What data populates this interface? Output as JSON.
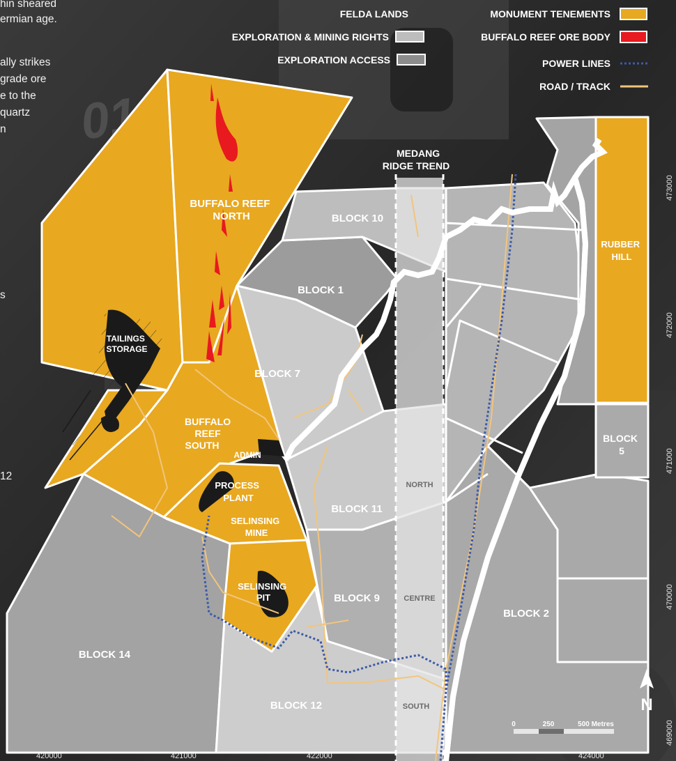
{
  "intro_text": {
    "lines": [
      "hin sheared",
      "ermian age.",
      "",
      "ally strikes",
      "grade ore",
      "e to the",
      "quartz",
      "n"
    ],
    "fragment_s": "s",
    "fragment_12": "12"
  },
  "legend": {
    "felda": {
      "label": "FELDA LANDS"
    },
    "exploration_rights": {
      "label": "EXPLORATION & MINING RIGHTS",
      "color": "#bdbdbd"
    },
    "exploration_access": {
      "label": "EXPLORATION ACCESS",
      "color": "#8c8c8c"
    },
    "monument": {
      "label": "MONUMENT TENEMENTS",
      "color": "#e8a820"
    },
    "ore_body": {
      "label": "BUFFALO REEF ORE BODY",
      "color": "#e8191f"
    },
    "power": {
      "label": "POWER LINES",
      "color": "#3d5aa8"
    },
    "road": {
      "label": "ROAD / TRACK",
      "color": "#f2c57c"
    }
  },
  "areas": {
    "buffalo_reef_north": [
      "BUFFALO REEF",
      "NORTH"
    ],
    "tailings_storage": [
      "TAILINGS",
      "STORAGE"
    ],
    "buffalo_reef_south": [
      "BUFFALO",
      "REEF",
      "SOUTH"
    ],
    "admin": "ADMIN",
    "process_plant": [
      "PROCESS",
      "PLANT"
    ],
    "selinsing_mine": [
      "SELINSING",
      "MINE"
    ],
    "selinsing_pit": [
      "SELINSING",
      "PIT"
    ],
    "rubber_hill": [
      "RUBBER",
      "HILL"
    ]
  },
  "blocks": {
    "block_10": "BLOCK 10",
    "block_1": "BLOCK 1",
    "block_7": "BLOCK 7",
    "block_11": "BLOCK 11",
    "block_9": "BLOCK 9",
    "block_14": "BLOCK 14",
    "block_12": "BLOCK 12",
    "block_2": "BLOCK 2",
    "block_5": [
      "BLOCK",
      "5"
    ]
  },
  "trend": {
    "title": [
      "MEDANG",
      "RIDGE TREND"
    ],
    "north": "NORTH",
    "centre": "CENTRE",
    "south": "SOUTH"
  },
  "north_arrow": "N",
  "scale_bar": {
    "tick_0": "0",
    "tick_250": "250",
    "tick_500": "500 Metres"
  },
  "eastings": [
    "420000",
    "421000",
    "422000",
    "424000"
  ],
  "northings": [
    "473000",
    "472000",
    "471000",
    "470000",
    "469000"
  ],
  "colors": {
    "tenement": "#e8a820",
    "block_light": "#cfcfcf",
    "block_mid": "#b3b3b3",
    "block_dark": "#9a9a9a",
    "trend_band": "#e4e4e4",
    "ore": "#e8191f",
    "power": "#3d5aa8",
    "road": "#f2c57c"
  }
}
